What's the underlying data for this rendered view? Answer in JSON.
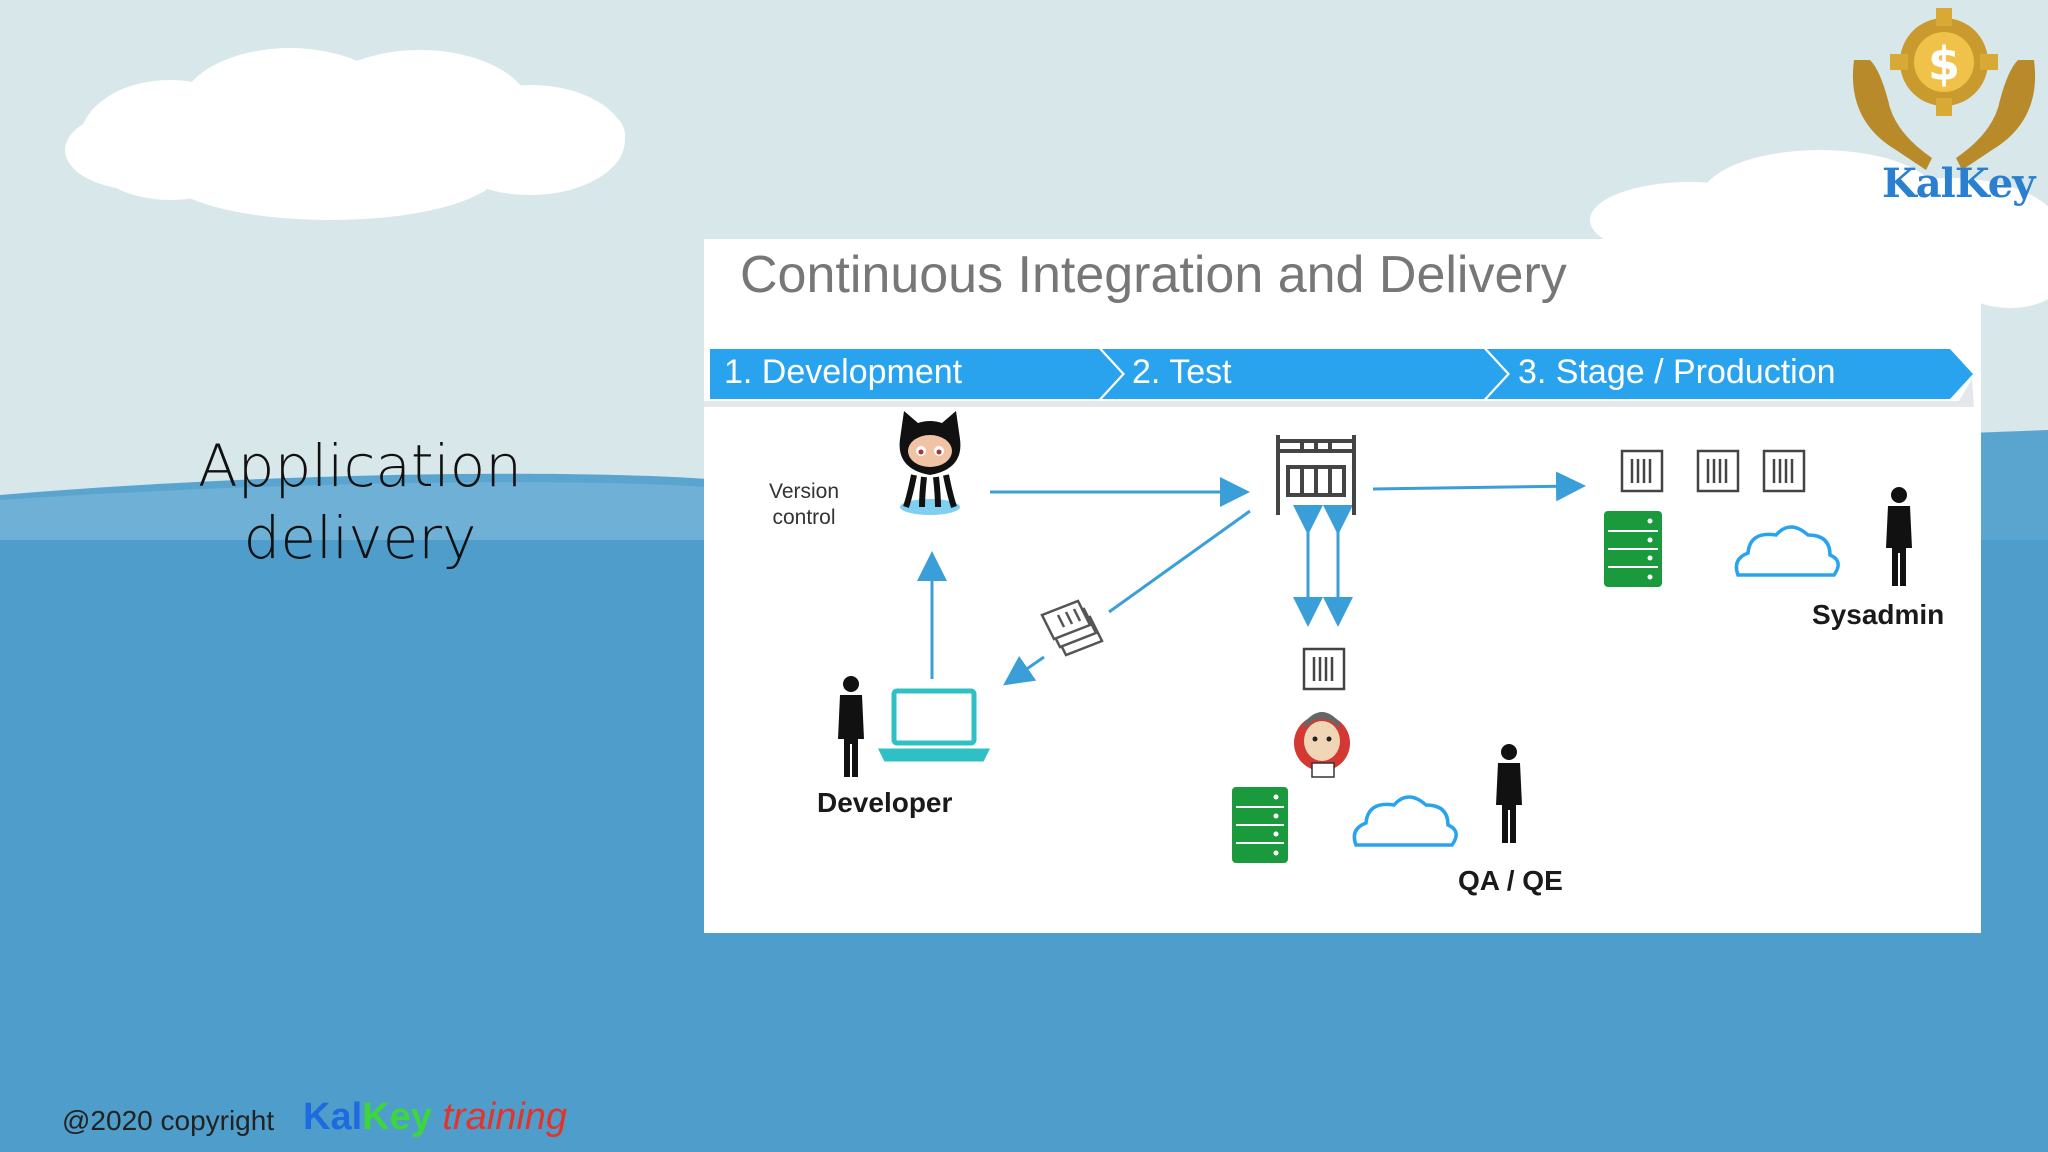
{
  "slide": {
    "title_line1": "Application",
    "title_line2": "delivery"
  },
  "diagram": {
    "heading": "Continuous Integration and Delivery",
    "stages": [
      "1. Development",
      "2. Test",
      "3. Stage / Production"
    ],
    "labels": {
      "version_control_1": "Version",
      "version_control_2": "control",
      "developer": "Developer",
      "qa": "QA / QE",
      "sysadmin": "Sysadmin"
    },
    "colors": {
      "stage_bar": "#2aa3ee",
      "arrow": "#3a9fd9",
      "server": "#1a9a3c"
    }
  },
  "footer": {
    "copyright": "@2020 copyright",
    "brand_part1": "Kal",
    "brand_part2": "Key",
    "brand_part3": "training"
  },
  "logo": {
    "text": "KalKey",
    "icon": "dollar-gear-hands-icon"
  }
}
